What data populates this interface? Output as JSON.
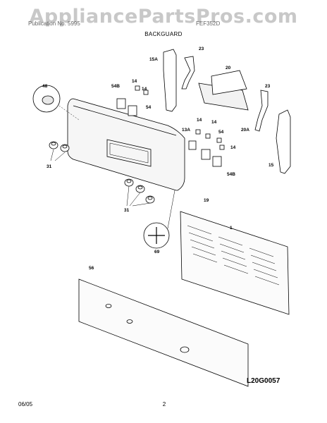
{
  "header": {
    "watermark": "AppliancePartsPros.com",
    "left_text": "Publication No. 5995",
    "right_text": "FEF352D",
    "section_title": "BACKGUARD"
  },
  "callouts": {
    "c48": "48",
    "c54b_top": "54B",
    "c14_a": "14",
    "c14_b": "14",
    "c54_top": "54",
    "c15a": "15A",
    "c23_top": "23",
    "c20": "20",
    "c23_right": "23",
    "c20a": "20A",
    "c13a": "13A",
    "c14_c": "14",
    "c14_d": "14",
    "c54_right": "54",
    "c14_e": "14",
    "c15": "15",
    "c54b_right": "54B",
    "c31_left": "31",
    "c31_bottom": "31",
    "c19": "19",
    "c69": "69",
    "c1": "1",
    "c56": "56"
  },
  "figure_code": "L20G0057",
  "footer": {
    "date": "06/05",
    "page_number": "2"
  }
}
